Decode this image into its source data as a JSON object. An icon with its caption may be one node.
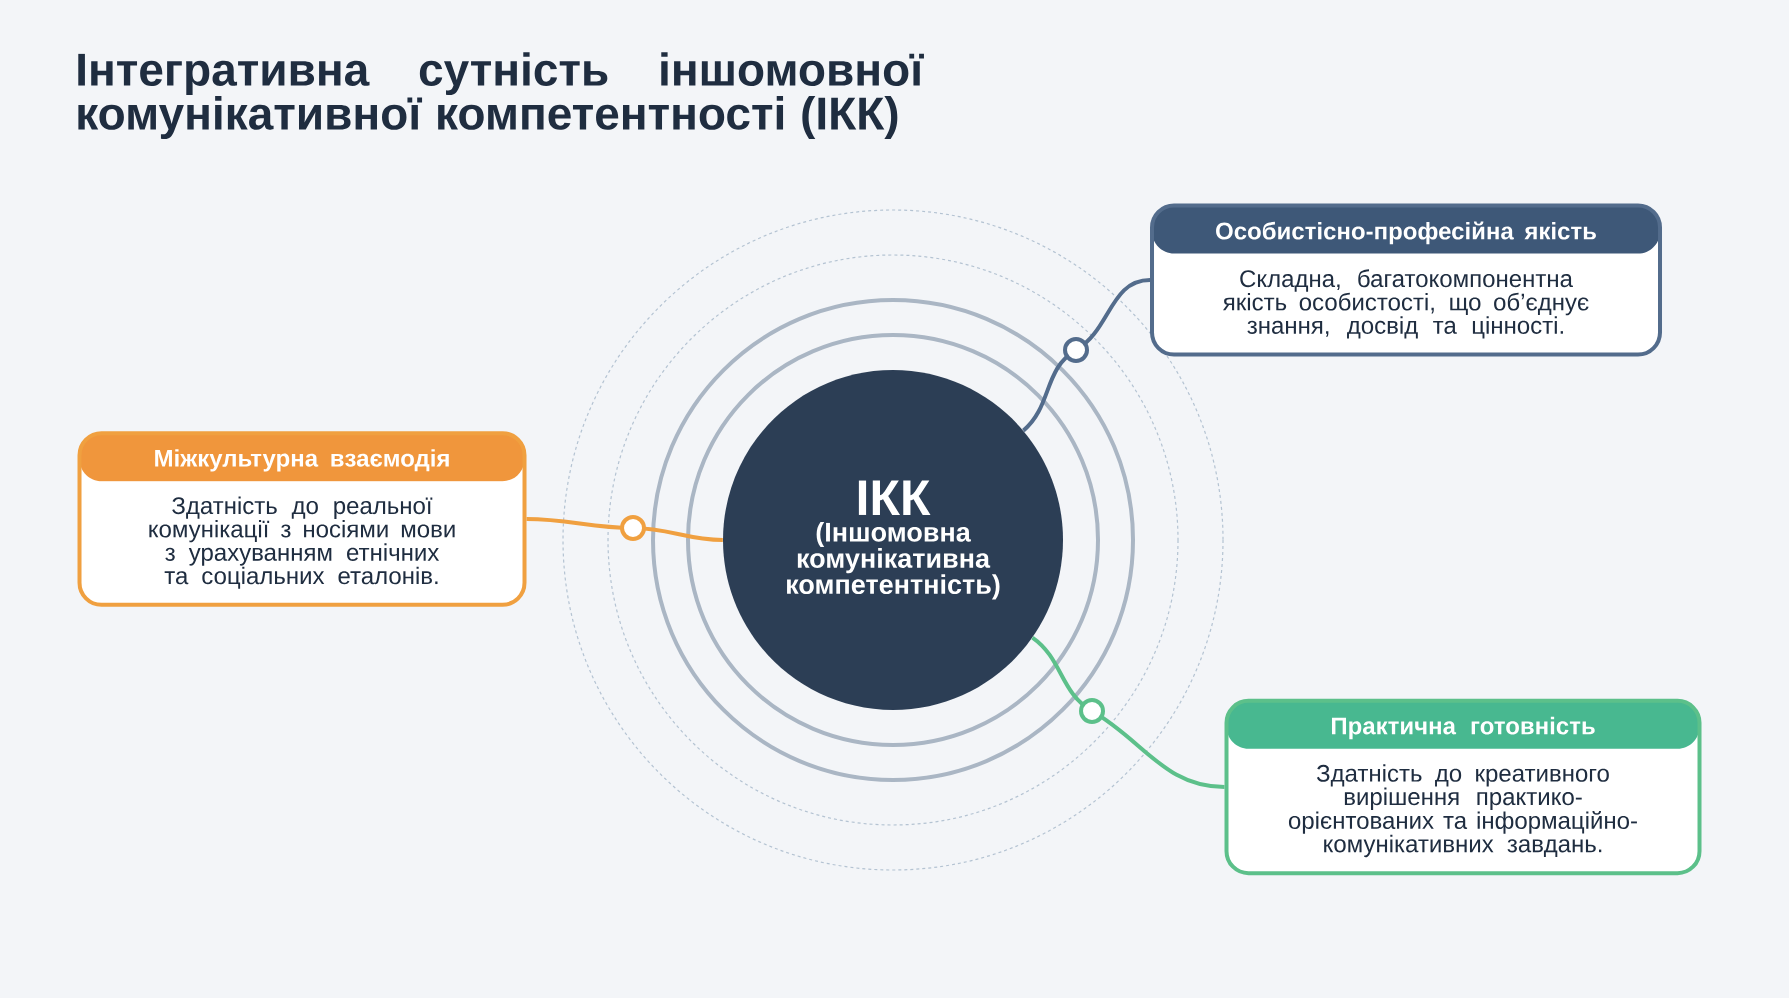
{
  "diagram": {
    "title": "Інтегративна сутність іншомовної комунікативної компетентності (ІКК)",
    "nodes": [
      {
        "text": [
          "ІКК",
          "(Іншомовна комунікативна компетентність)"
        ]
      },
      {
        "text": [
          "Міжкультурна взаємодія",
          "Здатність до реальної комунікації з носіями мови з урахуванням етнічних та соціальних еталонів."
        ]
      },
      {
        "text": [
          "Особистісно-професійна якість",
          "Складна, багатокомпонентна якість особистості, що об’єднує знання, досвід та цінності."
        ]
      },
      {
        "text": [
          "Практична готовність",
          "Здатність до креативного вирішення практико-орієнтованих та інформаційно-комунікативних завдань."
        ]
      }
    ],
    "edges": [
      {
        "from": 0,
        "to": 1,
        "arrow": "none",
        "color": "#f0a040"
      },
      {
        "from": 0,
        "to": 2,
        "arrow": "none",
        "color": "#536c8c"
      },
      {
        "from": 0,
        "to": 3,
        "arrow": "none",
        "color": "#5cc08a"
      }
    ]
  }
}
